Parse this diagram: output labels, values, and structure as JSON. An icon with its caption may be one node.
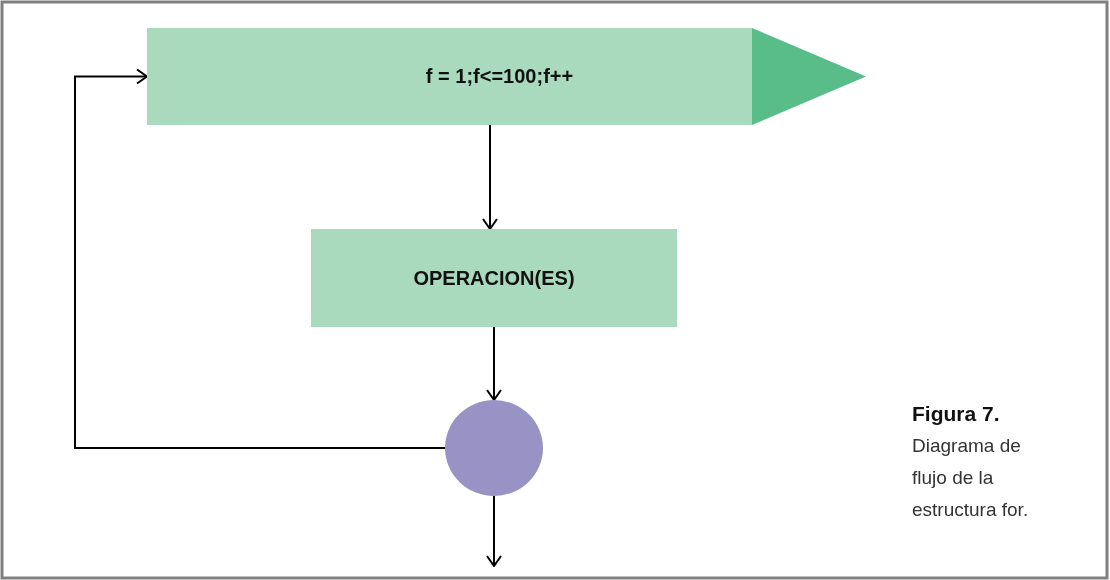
{
  "diagram": {
    "caption": "**Figura 7.** Diagrama de flujo de la estructura for.",
    "nodes": [
      {
        "text": [
          "f = 1;f<=100;f++"
        ]
      },
      {
        "text": [
          "OPERACION(ES)"
        ]
      },
      {
        "text": [],
        "shape": "circle"
      }
    ],
    "edges": [
      {
        "from": 0,
        "to": 1,
        "arrow": "to"
      },
      {
        "from": 1,
        "to": 2,
        "arrow": "to"
      },
      {
        "from": 2,
        "to": 0,
        "arrow": "to"
      },
      {
        "from": 2,
        "to": null,
        "arrow": "to"
      }
    ]
  }
}
